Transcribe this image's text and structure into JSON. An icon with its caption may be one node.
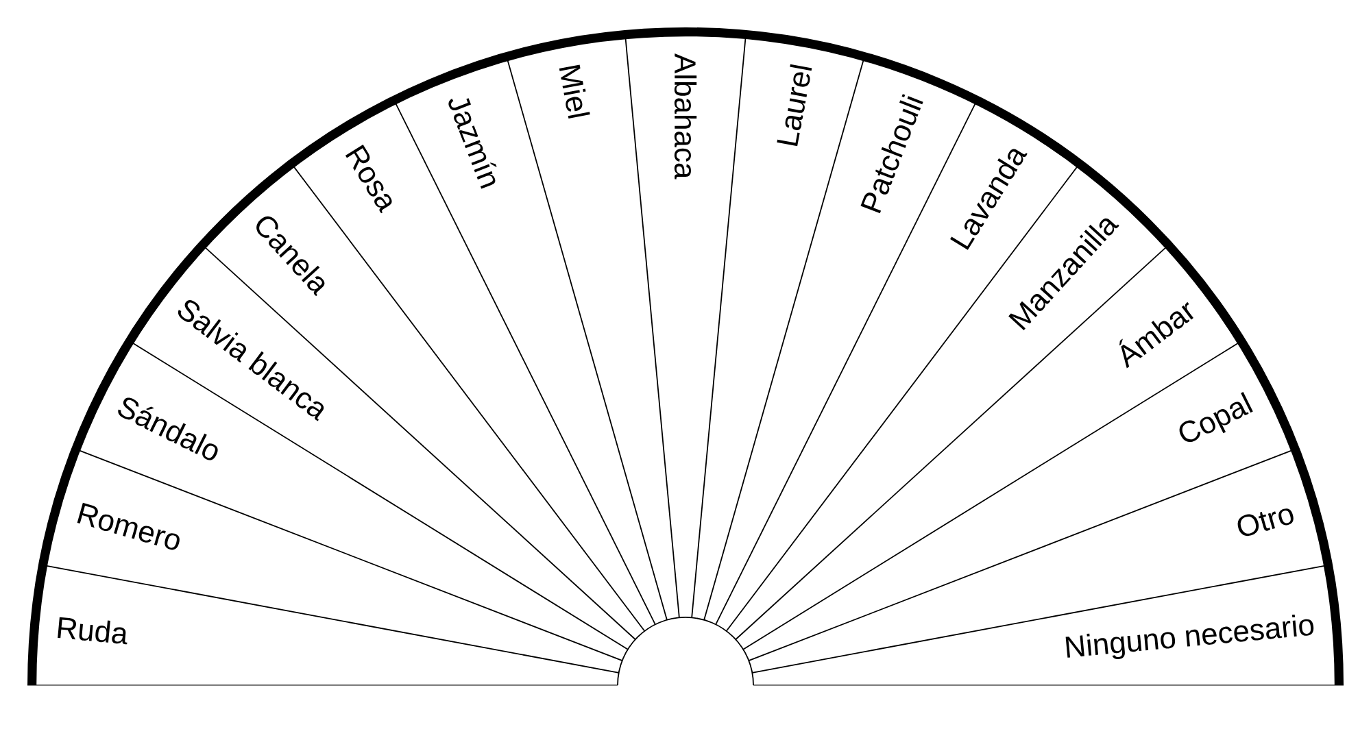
{
  "diagram": {
    "nodes": [
      {
        "text": [
          "Ruda"
        ]
      },
      {
        "text": [
          "Romero"
        ]
      },
      {
        "text": [
          "Sándalo"
        ]
      },
      {
        "text": [
          "Salvia blanca"
        ]
      },
      {
        "text": [
          "Canela"
        ]
      },
      {
        "text": [
          "Rosa"
        ]
      },
      {
        "text": [
          "Jazmín"
        ]
      },
      {
        "text": [
          "Miel"
        ]
      },
      {
        "text": [
          "Albahaca"
        ]
      },
      {
        "text": [
          "Laurel"
        ]
      },
      {
        "text": [
          "Patchouli"
        ]
      },
      {
        "text": [
          "Lavanda"
        ]
      },
      {
        "text": [
          "Manzanilla"
        ]
      },
      {
        "text": [
          "Ámbar"
        ]
      },
      {
        "text": [
          "Copal"
        ]
      },
      {
        "text": [
          "Otro"
        ]
      },
      {
        "text": [
          "Ninguno necesario"
        ]
      }
    ]
  }
}
